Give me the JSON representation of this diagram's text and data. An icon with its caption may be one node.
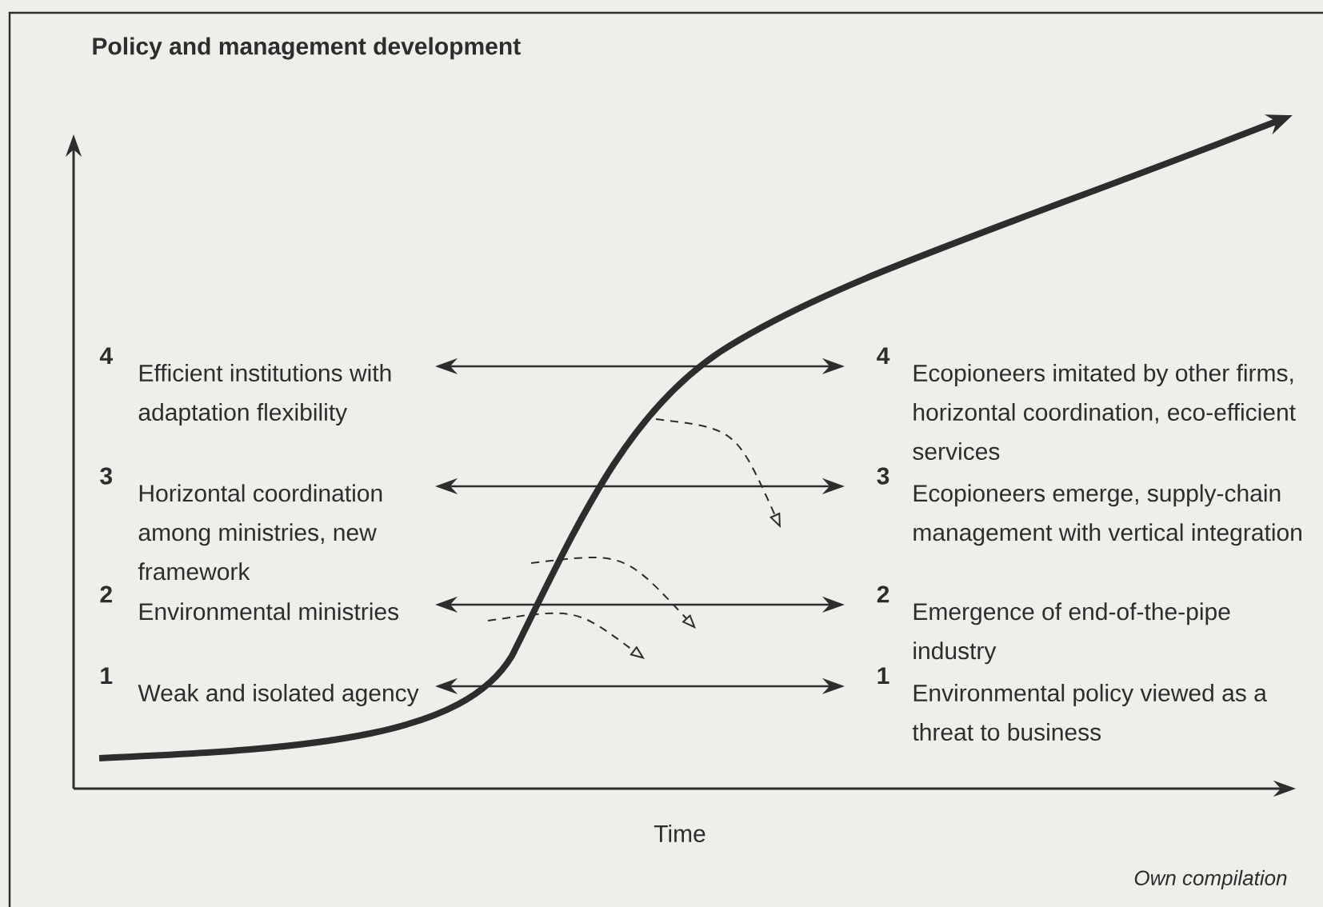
{
  "diagram": {
    "nodes": [
      {
        "text": [
          "4",
          "Efficient institutions with adaptation flexibility"
        ]
      },
      {
        "text": [
          "3",
          "Horizontal coordination among ministries, new framework"
        ]
      },
      {
        "text": [
          "2",
          "Environmental ministries"
        ]
      },
      {
        "text": [
          "1",
          "Weak and isolated agency"
        ]
      },
      {
        "text": [
          "4",
          "Ecopioneers imitated by other firms, horizontal coordination, eco-efficient services"
        ]
      },
      {
        "text": [
          "3",
          "Ecopioneers emerge, supply-chain management with vertical integration"
        ]
      },
      {
        "text": [
          "2",
          "Emergence of end-of-the-pipe industry"
        ]
      },
      {
        "text": [
          "1",
          "Environmental policy viewed as a threat to business"
        ]
      }
    ],
    "edges": [
      {
        "from": 0,
        "to": 4,
        "arrow": "both"
      },
      {
        "from": 1,
        "to": 5,
        "arrow": "both"
      },
      {
        "from": 2,
        "to": 6,
        "arrow": "both"
      },
      {
        "from": 3,
        "to": 7,
        "arrow": "both"
      }
    ],
    "labels": [
      "Policy and management development",
      "Time",
      "Own compilation"
    ]
  }
}
